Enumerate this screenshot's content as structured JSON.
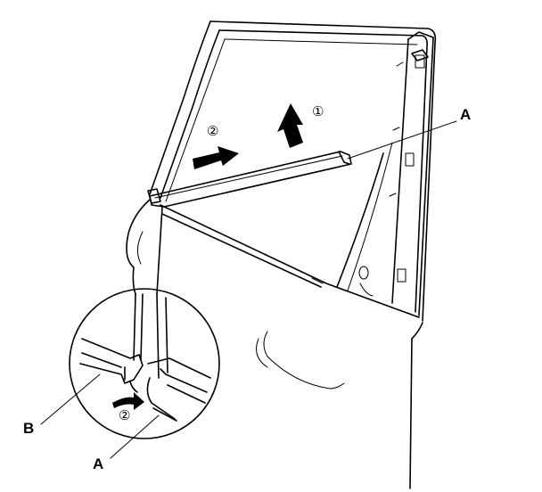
{
  "callouts": {
    "part_a_top": "A",
    "part_b": "B",
    "part_a_bottom": "A"
  },
  "steps": {
    "step_1": "①",
    "step_2_main": "②",
    "step_2_detail": "②"
  },
  "colors": {
    "line": "#000000",
    "background": "#ffffff",
    "arrow_fill": "#000000"
  }
}
